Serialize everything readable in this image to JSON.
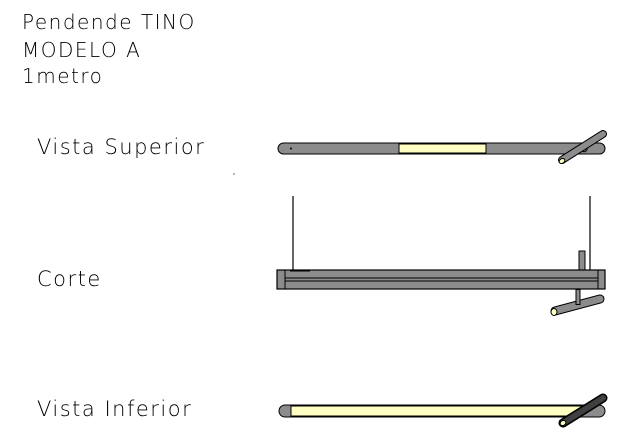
{
  "title": {
    "line1": "Pendende TINO",
    "line2": "MODELO A",
    "line3": "1metro"
  },
  "views": {
    "top": "Vista Superior",
    "section": "Corte",
    "bottom": "Vista Inferior"
  },
  "colors": {
    "body": "#8c8c8c",
    "lens": "#ffffc4",
    "outline": "#000000",
    "spot": "#404040"
  }
}
